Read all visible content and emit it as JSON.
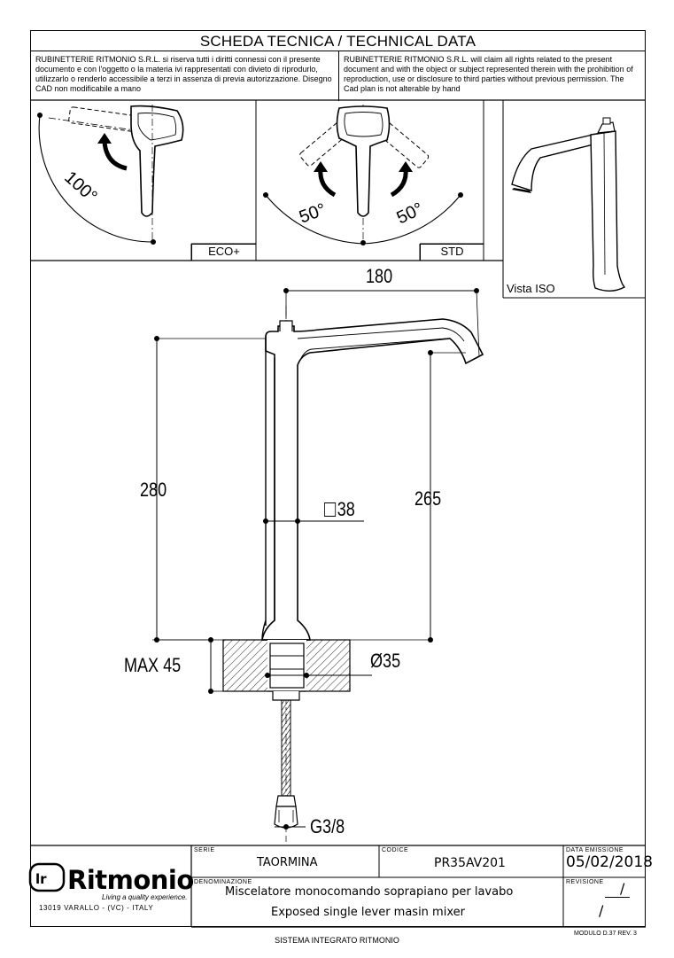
{
  "header": {
    "title": "SCHEDA TECNICA / TECHNICAL DATA",
    "notice_it": "RUBINETTERIE RITMONIO S.R.L. si riserva tutti i diritti connessi con il presente documento e con l'oggetto o la materia ivi rappresentati con divieto di riprodurlo, utilizzarlo o renderlo accessibile a terzi in assenza di previa autorizzazione. Disegno CAD non modificabile a mano",
    "notice_en": "RUBINETTERIE RITMONIO S.R.L. will claim all rights related to the present document and with the object or subject represented therein with the prohibition of reproduction, use or disclosure to third parties without previous permission. The Cad plan is not alterable by hand"
  },
  "panels": {
    "eco_label": "ECO+",
    "eco_angle": "100°",
    "std_label": "STD",
    "std_angle_left": "50°",
    "std_angle_right": "50°",
    "iso_label": "Vista ISO"
  },
  "dimensions": {
    "width": "180",
    "height_total": "280",
    "spout_height": "265",
    "body_square": "38",
    "max_deck": "MAX 45",
    "hole_diameter": "Ø35",
    "connection": "G3/8"
  },
  "title_block": {
    "brand": "Ritmonio",
    "tagline": "Living a quality experience.",
    "address": "13019 VARALLO - (VC) - ITALY",
    "serie_label": "SERIE",
    "serie": "TAORMINA",
    "codice_label": "CODICE",
    "codice": "PR35AV201",
    "data_label": "DATA EMISSIONE",
    "data": "05/02/2018",
    "denominazione_label": "DENOMINAZIONE",
    "denominazione_it": "Miscelatore monocomando soprapiano per lavabo",
    "denominazione_en": "Exposed single lever masin mixer",
    "revisione_label": "REVISIONE",
    "revisione": "/",
    "revisione_2": "/"
  },
  "footer": {
    "system": "SISTEMA INTEGRATO RITMONIO",
    "module": "MODULO D.37 REV. 3"
  }
}
